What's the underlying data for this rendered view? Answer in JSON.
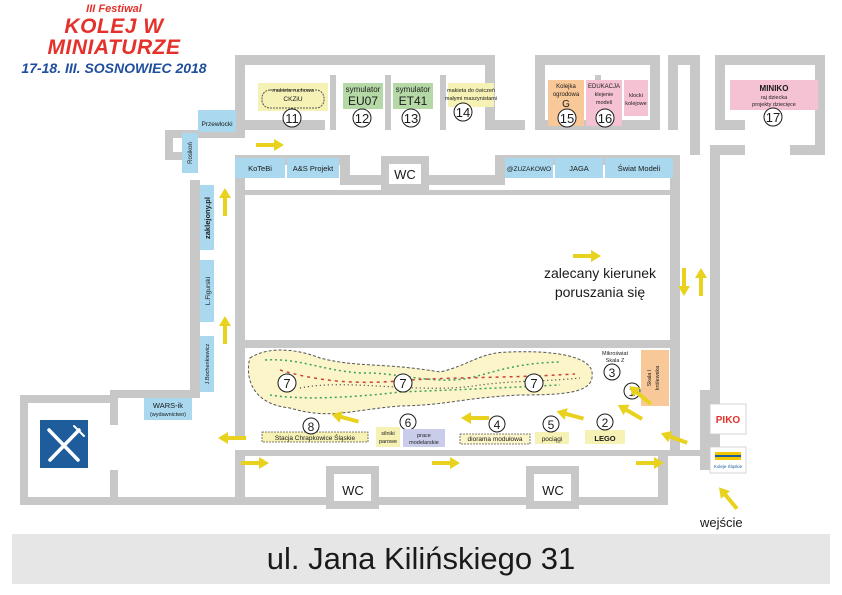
{
  "header": {
    "edition": "III Festiwal",
    "title": "KOLEJ W MINIATURZE",
    "dates_city": "17-18. III. SOSNOWIEC 2018"
  },
  "address": "ul. Jana Kilińskiego 31",
  "entrance": "wejście",
  "direction_note": [
    "zalecany kierunek",
    "poruszania się"
  ],
  "wc": "WC",
  "colors": {
    "wall": "#c8c8c8",
    "blue_stand": "#a9d8ef",
    "yellow_stand": "#f6f1b5",
    "green_stand": "#b5d9a6",
    "orange_stand": "#f8c898",
    "pink_stand": "#f5c2d4",
    "lavender_stand": "#c9cdea",
    "arrow": "#e8d21e",
    "restaurant": "#1f5c9c",
    "piko": "#e4312b"
  },
  "icons": {
    "restaurant": "fork-knife-icon",
    "entrance": "entrance-arrow-icon"
  },
  "stands_top": [
    {
      "id": "11",
      "lines": [
        "makieta ruchowa",
        "CKZiU"
      ]
    },
    {
      "id": "12",
      "lines": [
        "symulator",
        "EU07"
      ]
    },
    {
      "id": "13",
      "lines": [
        "symulator",
        "ET41"
      ]
    },
    {
      "id": "14",
      "lines": [
        "makieta do ćwiczeń",
        "małymi maszynistami"
      ]
    },
    {
      "id": "15",
      "lines": [
        "Kolejka",
        "ogrodowa",
        "G"
      ]
    },
    {
      "id": "16",
      "lines": [
        "EDUKACJA",
        "klejenie",
        "modeli"
      ]
    },
    {
      "label": "klocki kolejowe"
    },
    {
      "id": "17",
      "lines": [
        "MINIKO",
        "raj dziecka",
        "projekty dziecięce"
      ]
    }
  ],
  "stands_corridor": [
    "KoTeBi",
    "A&S Projekt",
    "@ZUZAKOWO",
    "JAGA",
    "Świat Modeli"
  ],
  "stands_left": [
    "Przewłocki",
    "Rosikoń",
    "zaklejony.pl",
    "L.Figurski",
    "J.Bochenkiewicz"
  ],
  "wars": {
    "name": "WARS-ik",
    "sub": "(wydawnictwo)"
  },
  "stands_bottom": [
    {
      "id": "8",
      "label": "Stacja Chrapkowice Śląskie"
    },
    {
      "id": "6",
      "label": "silniki parowe"
    },
    {
      "label": "prace modelarskie"
    },
    {
      "id": "4",
      "label": "diorama modułowa"
    },
    {
      "id": "5",
      "label": "pociągi"
    },
    {
      "id": "2",
      "label": "LEGO"
    },
    {
      "id": "3",
      "label": "Mikroświat Skala Z"
    },
    {
      "id": "1",
      "label": "Skala I królewska"
    }
  ],
  "layout_markers": [
    "7",
    "7",
    "7"
  ],
  "sponsors": [
    "PIKO",
    "Koleje Śląskie"
  ]
}
